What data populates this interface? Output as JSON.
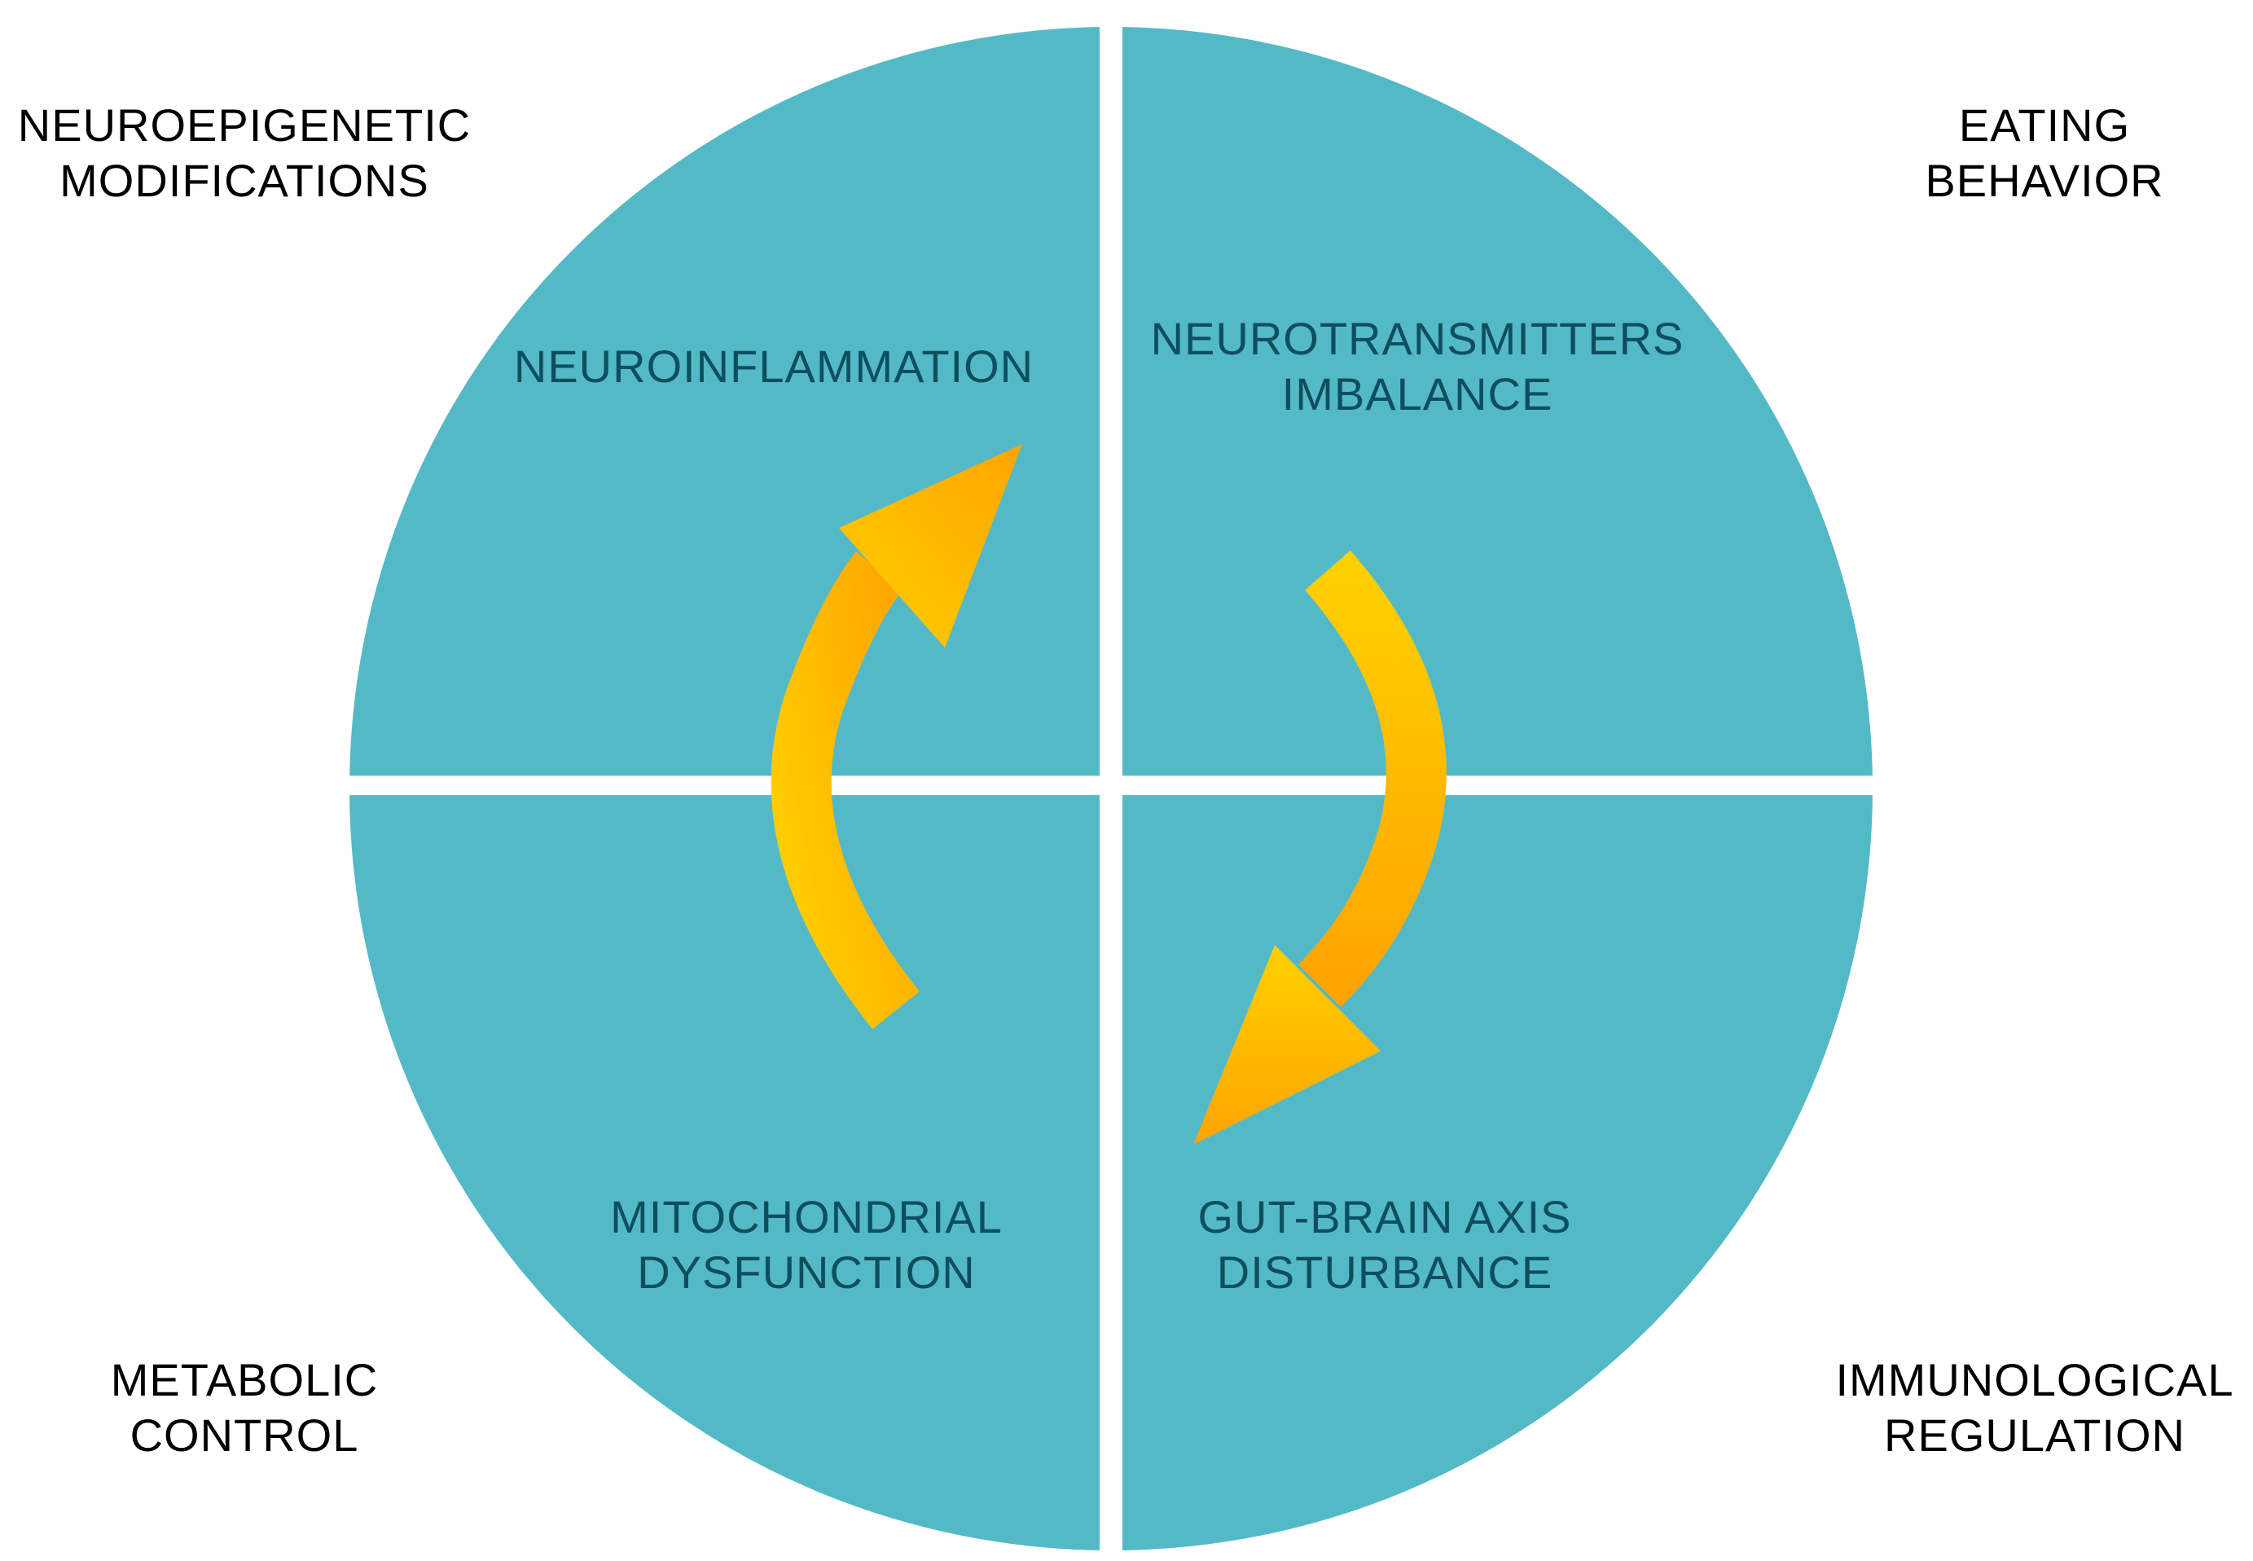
{
  "colors": {
    "circle_fill": "#54b9c7",
    "divider": "#ffffff",
    "quadrant_text": "#0d4f5e",
    "corner_text": "#000000",
    "arrow_light": "#ffd000",
    "arrow_dark": "#ffa400"
  },
  "corners": {
    "top_left": {
      "line1": "NEUROEPIGENETIC",
      "line2": "MODIFICATIONS"
    },
    "top_right": {
      "line1": "EATING",
      "line2": "BEHAVIOR"
    },
    "bottom_left": {
      "line1": "METABOLIC",
      "line2": "CONTROL"
    },
    "bottom_right": {
      "line1": "IMMUNOLOGICAL",
      "line2": "REGULATION"
    }
  },
  "quadrants": {
    "top_left": {
      "line1": "NEUROINFLAMMATION"
    },
    "top_right": {
      "line1": "NEUROTRANSMITTERS",
      "line2": "IMBALANCE"
    },
    "bottom_left": {
      "line1": "MITOCHONDRIAL",
      "line2": "DYSFUNCTION"
    },
    "bottom_right": {
      "line1": "GUT-BRAIN AXIS",
      "line2": "DISTURBANCE"
    }
  },
  "arrows": [
    {
      "name": "left-arrow",
      "direction": "upward-clockwise"
    },
    {
      "name": "right-arrow",
      "direction": "downward-clockwise"
    }
  ]
}
